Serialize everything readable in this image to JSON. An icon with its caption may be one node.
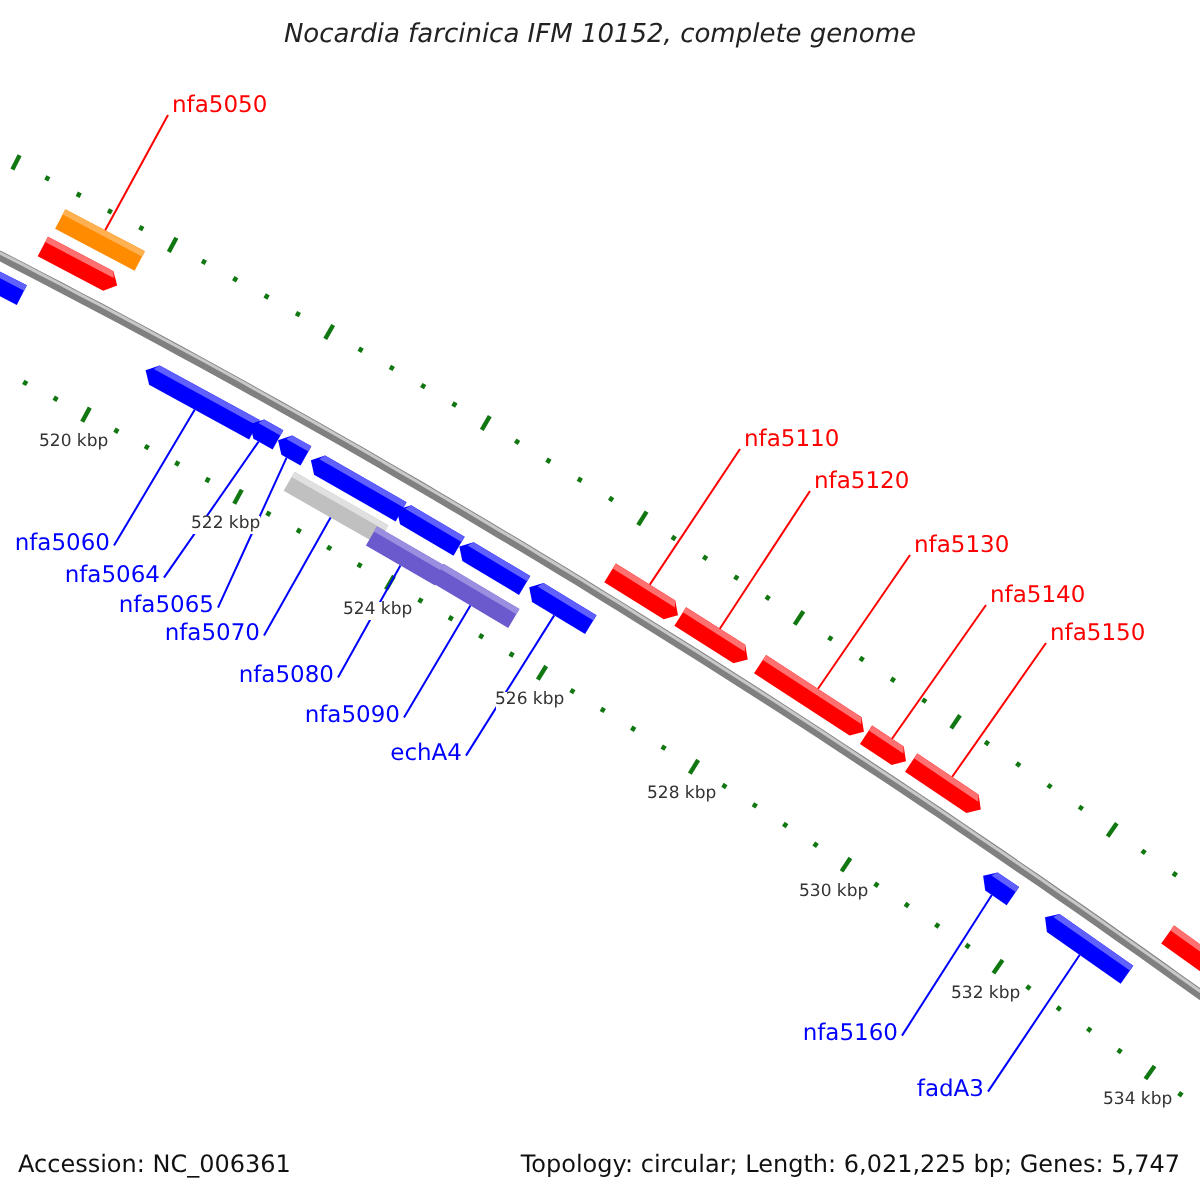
{
  "diagram": {
    "title": "Nocardia farcinica IFM 10152, complete genome",
    "nodes": [
      {
        "text": [
          "nfa5050"
        ]
      },
      {
        "text": [
          "nfa5060"
        ]
      },
      {
        "text": [
          "nfa5064"
        ]
      },
      {
        "text": [
          "nfa5065"
        ]
      },
      {
        "text": [
          "nfa5070"
        ]
      },
      {
        "text": [
          "nfa5080"
        ]
      },
      {
        "text": [
          "nfa5090"
        ]
      },
      {
        "text": [
          "echA4"
        ]
      },
      {
        "text": [
          "nfa5110"
        ]
      },
      {
        "text": [
          "nfa5120"
        ]
      },
      {
        "text": [
          "nfa5130"
        ]
      },
      {
        "text": [
          "nfa5140"
        ]
      },
      {
        "text": [
          "nfa5150"
        ]
      },
      {
        "text": [
          "nfa5160"
        ]
      },
      {
        "text": [
          "fadA3"
        ]
      },
      {
        "text": [],
        "shape": "bar"
      },
      {
        "text": [],
        "shape": "pentagon"
      },
      {
        "text": [],
        "shape": "pentagon"
      },
      {
        "text": [],
        "shape": "pentagon"
      },
      {
        "text": [],
        "shape": "pentagon"
      },
      {
        "text": [],
        "shape": "pentagon"
      },
      {
        "text": [],
        "shape": "pentagon"
      },
      {
        "text": [],
        "shape": "pentagon"
      },
      {
        "text": [],
        "shape": "pentagon"
      },
      {
        "text": [],
        "shape": "pentagon"
      },
      {
        "text": [],
        "shape": "bar"
      },
      {
        "text": [],
        "shape": "bar"
      },
      {
        "text": [],
        "shape": "bar"
      },
      {
        "text": [],
        "shape": "pentagon"
      },
      {
        "text": [],
        "shape": "pentagon"
      },
      {
        "text": [],
        "shape": "pentagon"
      },
      {
        "text": [],
        "shape": "pentagon"
      },
      {
        "text": [],
        "shape": "pentagon"
      },
      {
        "text": [],
        "shape": "pentagon"
      },
      {
        "text": [],
        "shape": "pentagon"
      },
      {
        "text": [],
        "shape": "pentagon"
      }
    ],
    "edges": [
      {
        "from": 0,
        "to": 15,
        "arrow": "none",
        "color": "#ff0000"
      },
      {
        "from": 1,
        "to": 18,
        "arrow": "none"
      },
      {
        "from": 2,
        "to": 19,
        "arrow": "none"
      },
      {
        "from": 3,
        "to": 20,
        "arrow": "none"
      },
      {
        "from": 4,
        "to": 25,
        "arrow": "none"
      },
      {
        "from": 5,
        "to": 26,
        "arrow": "none"
      },
      {
        "from": 6,
        "to": 27,
        "arrow": "none"
      },
      {
        "from": 7,
        "to": 24,
        "arrow": "none"
      },
      {
        "from": 8,
        "to": 28,
        "arrow": "none",
        "color": "#ff0000"
      },
      {
        "from": 9,
        "to": 29,
        "arrow": "none",
        "color": "#ff0000"
      },
      {
        "from": 10,
        "to": 30,
        "arrow": "none",
        "color": "#ff0000"
      },
      {
        "from": 11,
        "to": 31,
        "arrow": "none",
        "color": "#ff0000"
      },
      {
        "from": 12,
        "to": 32,
        "arrow": "none",
        "color": "#ff0000"
      },
      {
        "from": 13,
        "to": 33,
        "arrow": "none"
      },
      {
        "from": 14,
        "to": 34,
        "arrow": "none"
      }
    ],
    "labels": [
      "520 kbp",
      "522 kbp",
      "524 kbp",
      "526 kbp",
      "528 kbp",
      "530 kbp",
      "532 kbp",
      "534 kbp",
      "Accession: NC_006361",
      "Topology: circular; Length: 6,021,225 bp; Genes: 5,747"
    ]
  }
}
